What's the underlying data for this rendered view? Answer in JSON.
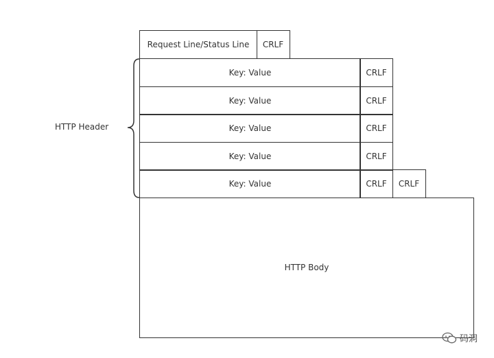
{
  "start_line": {
    "label": "Request Line/Status Line",
    "crlf": "CRLF"
  },
  "header": {
    "label": "HTTP Header",
    "rows": [
      {
        "text": "Key: Value",
        "crlf": "CRLF"
      },
      {
        "text": "Key: Value",
        "crlf": "CRLF"
      },
      {
        "text": "Key: Value",
        "crlf": "CRLF"
      },
      {
        "text": "Key: Value",
        "crlf": "CRLF"
      },
      {
        "text": "Key: Value",
        "crlf": "CRLF"
      }
    ],
    "end_crlf": "CRLF"
  },
  "body": {
    "label": "HTTP Body"
  },
  "watermark": {
    "text": "码洞",
    "icon": "wechat-icon"
  },
  "colors": {
    "line": "#333333",
    "text": "#333333"
  }
}
